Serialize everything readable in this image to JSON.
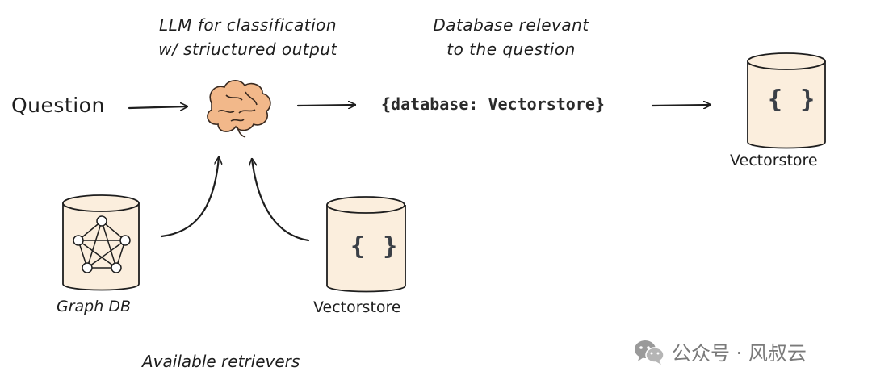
{
  "labels": {
    "question": "Question",
    "llm_line1": "LLM for classification",
    "llm_line2": "w/ striuctured output",
    "db_line1": "Database relevant",
    "db_line2": "to the question",
    "json_output": "{database: Vectorstore}",
    "vectorstore_right": "Vectorstore",
    "graph_db": "Graph DB",
    "vectorstore_mid": "Vectorstore",
    "available_retrievers": "Available retrievers"
  },
  "icons": {
    "brain": "brain-icon",
    "graph": "graph-network-icon",
    "braces": "{ }"
  },
  "watermark": {
    "text": "公众号 · 风叔云"
  },
  "colors": {
    "cylinder_fill": "#fbeedd",
    "stroke": "#1e1e1e",
    "brain_fill": "#f2b88a"
  }
}
